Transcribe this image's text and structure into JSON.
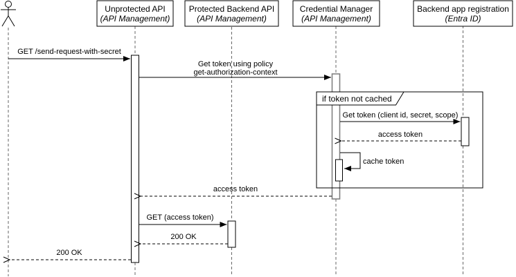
{
  "participants": [
    {
      "id": "user",
      "kind": "actor",
      "name": "",
      "stereotype": ""
    },
    {
      "id": "unprotected-api",
      "kind": "object",
      "name": "Unprotected API",
      "stereotype": "(API Management)"
    },
    {
      "id": "protected-backend-api",
      "kind": "object",
      "name": "Protected Backend API",
      "stereotype": "(API Management)"
    },
    {
      "id": "credential-manager",
      "kind": "object",
      "name": "Credential Manager",
      "stereotype": "(API Management)"
    },
    {
      "id": "backend-app-registration",
      "kind": "object",
      "name": "Backend app registration",
      "stereotype": "(Entra ID)"
    }
  ],
  "fragment": {
    "guard": "if token not cached"
  },
  "messages": [
    {
      "label": "GET /send-request-with-secret",
      "style": "solid"
    },
    {
      "lines": [
        "Get token using policy",
        "get-authorization-context"
      ],
      "style": "solid"
    },
    {
      "label": "Get token (client id, secret, scope)",
      "style": "solid"
    },
    {
      "label": "access token",
      "style": "dashed-return"
    },
    {
      "label": "cache token",
      "style": "self"
    },
    {
      "label": "access token",
      "style": "dashed-return"
    },
    {
      "label": "GET (access token)",
      "style": "solid"
    },
    {
      "label": "200 OK",
      "style": "dashed-return"
    },
    {
      "label": "200 OK",
      "style": "dashed-return"
    }
  ],
  "colors": {
    "background": "#ffffff",
    "stroke": "#000000",
    "lifeline": "#666666",
    "activation_fill": "#ffffff",
    "activation_border": "#000000",
    "credential_activation_border": "#808080"
  }
}
